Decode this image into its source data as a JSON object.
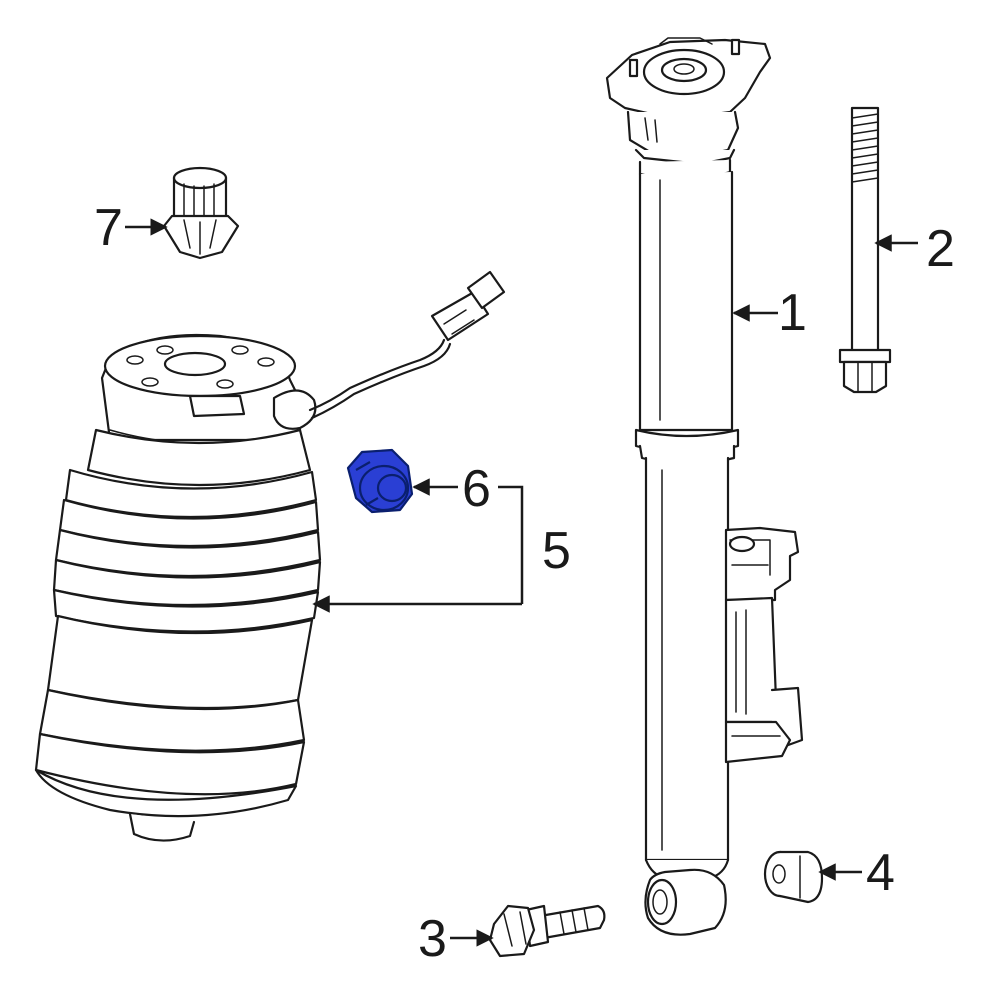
{
  "diagram": {
    "callouts": [
      {
        "id": "1",
        "label": "1"
      },
      {
        "id": "2",
        "label": "2"
      },
      {
        "id": "3",
        "label": "3"
      },
      {
        "id": "4",
        "label": "4"
      },
      {
        "id": "5",
        "label": "5"
      },
      {
        "id": "6",
        "label": "6"
      },
      {
        "id": "7",
        "label": "7"
      }
    ],
    "highlight_color": "#2a3fd4",
    "line_color": "#1a1a1a"
  }
}
